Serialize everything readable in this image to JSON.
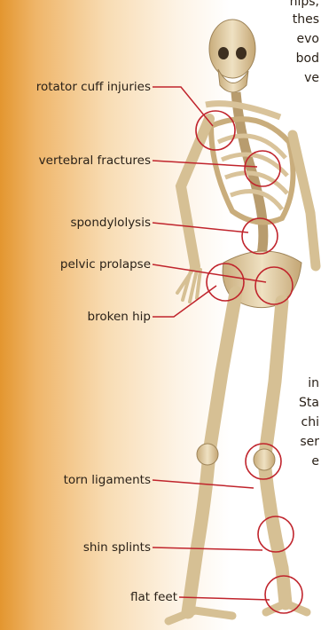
{
  "labels": [
    {
      "id": "rotator",
      "text": "rotator cuff injuries"
    },
    {
      "id": "vertebral",
      "text": "vertebral fractures"
    },
    {
      "id": "spondy",
      "text": "spondylolysis"
    },
    {
      "id": "pelvic",
      "text": "pelvic prolapse"
    },
    {
      "id": "hip",
      "text": "broken hip"
    },
    {
      "id": "ligaments",
      "text": "torn ligaments"
    },
    {
      "id": "shin",
      "text": "shin splints"
    },
    {
      "id": "feet",
      "text": "flat feet"
    }
  ],
  "side_text": {
    "top": [
      "hips,",
      "thes",
      "evo",
      "bod",
      "ve"
    ],
    "bottom": [
      "in",
      "Sta",
      "chi",
      "ser",
      "e"
    ]
  },
  "colors": {
    "marker": "#c0242c",
    "bone": "#e6d4b0",
    "bone_shadow": "#b89c6e",
    "text": "#2a2118"
  }
}
